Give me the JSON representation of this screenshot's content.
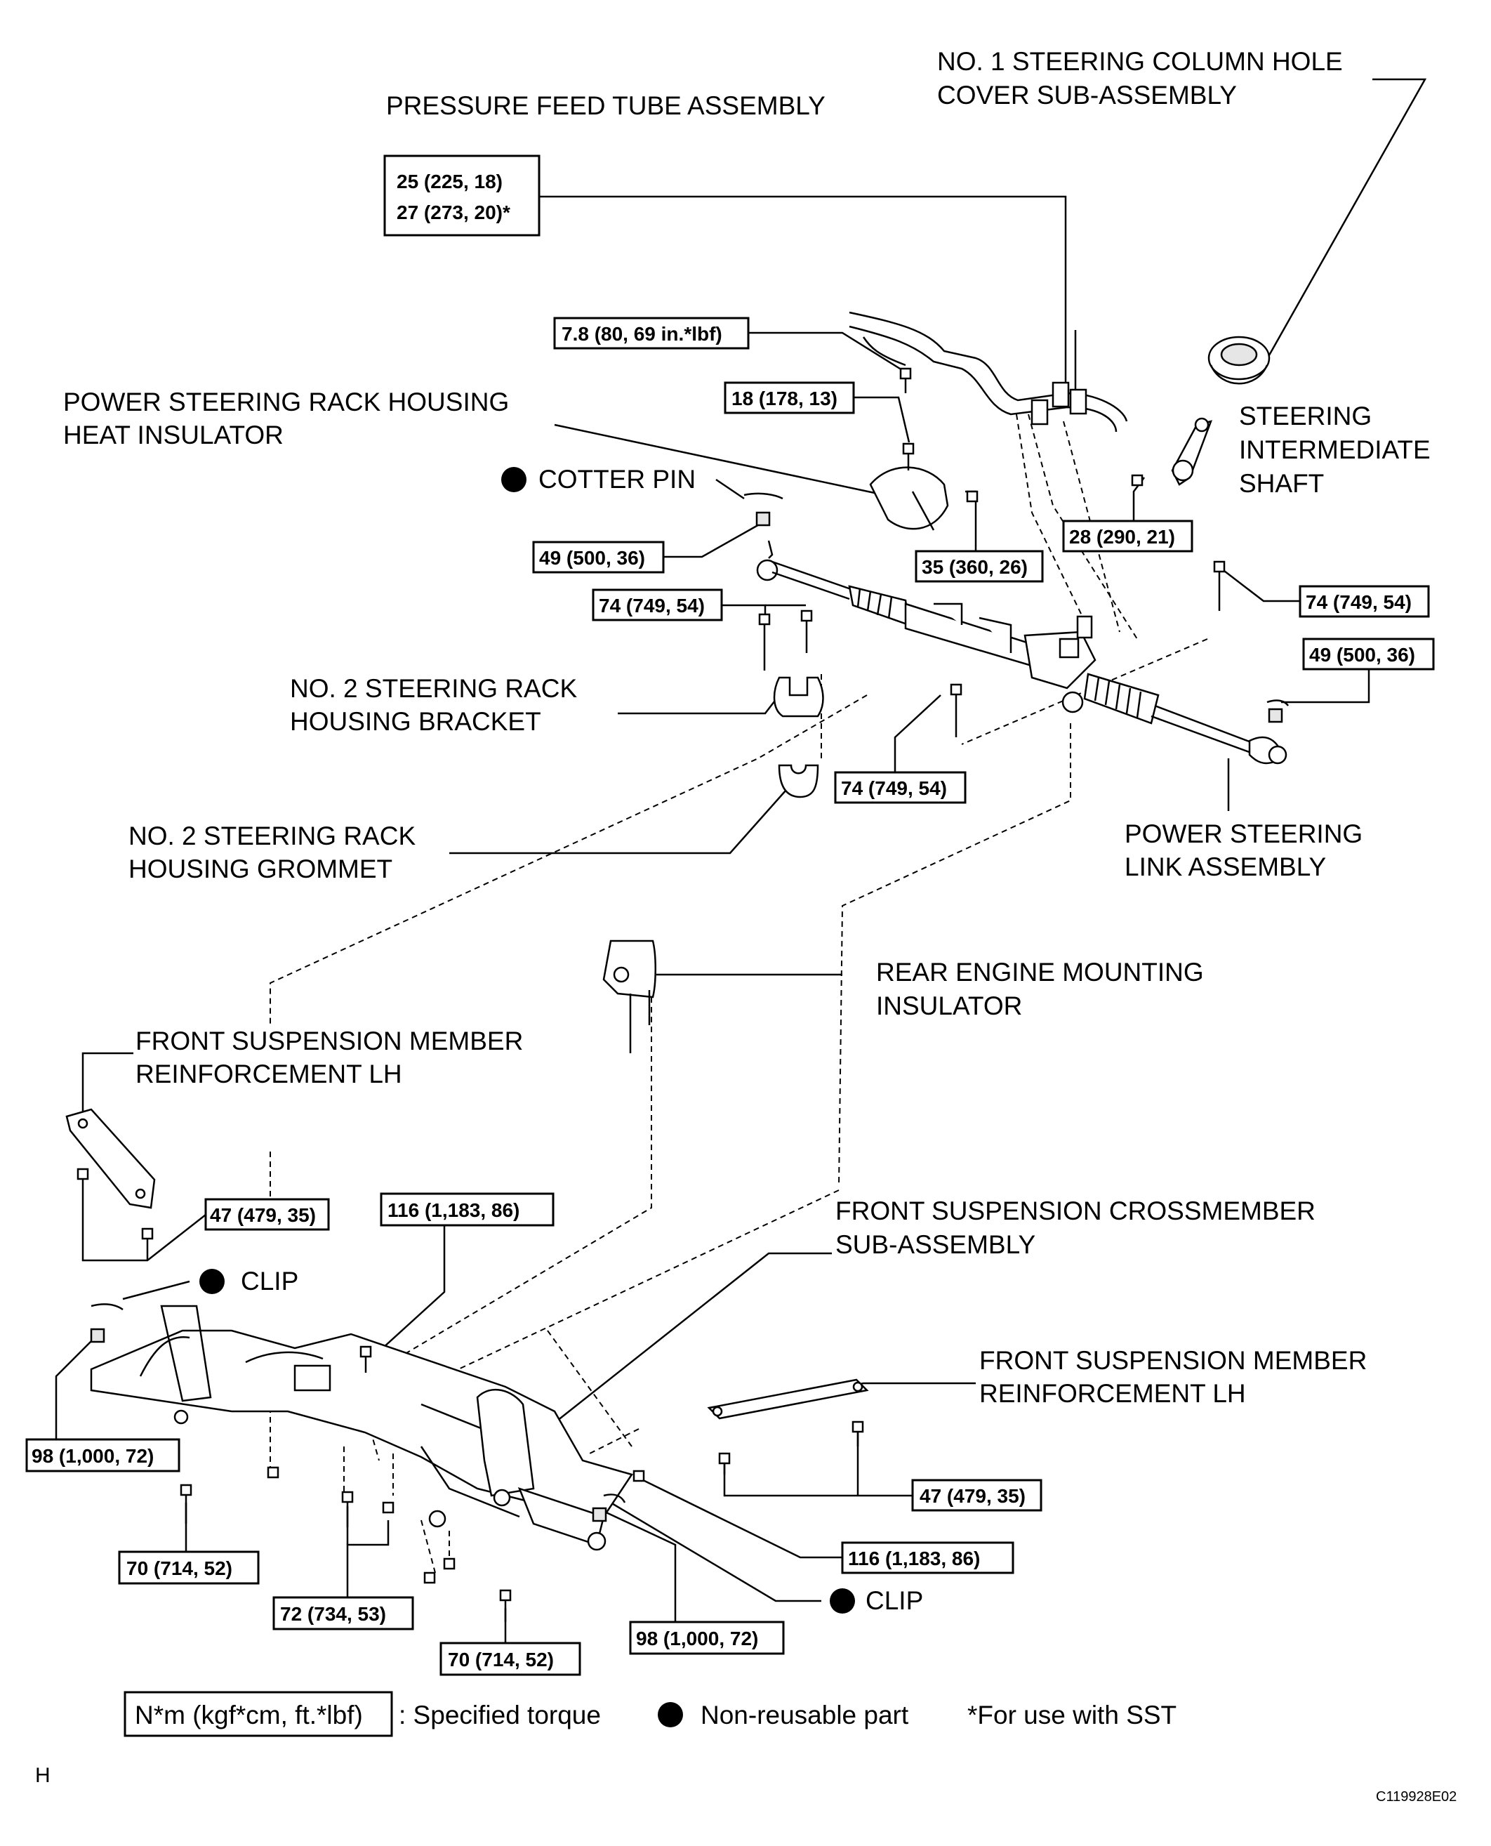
{
  "labels": {
    "pressure_feed_tube": "PRESSURE FEED TUBE ASSEMBLY",
    "column_hole_cover_1": "NO. 1 STEERING COLUMN HOLE",
    "column_hole_cover_2": "COVER SUB-ASSEMBLY",
    "heat_insulator_1": "POWER STEERING RACK HOUSING",
    "heat_insulator_2": "HEAT INSULATOR",
    "cotter_pin": "COTTER PIN",
    "intermediate_shaft_1": "STEERING",
    "intermediate_shaft_2": "INTERMEDIATE",
    "intermediate_shaft_3": "SHAFT",
    "rack_bracket_1": "NO. 2 STEERING RACK",
    "rack_bracket_2": "HOUSING BRACKET",
    "rack_grommet_1": "NO. 2 STEERING RACK",
    "rack_grommet_2": "HOUSING GROMMET",
    "link_assembly_1": "POWER STEERING",
    "link_assembly_2": "LINK ASSEMBLY",
    "engine_mount_1": "REAR ENGINE MOUNTING",
    "engine_mount_2": "INSULATOR",
    "reinf_lh_top_1": "FRONT SUSPENSION MEMBER",
    "reinf_lh_top_2": "REINFORCEMENT LH",
    "clip_left": "CLIP",
    "crossmember_1": "FRONT SUSPENSION CROSSMEMBER",
    "crossmember_2": "SUB-ASSEMBLY",
    "reinf_lh_right_1": "FRONT SUSPENSION MEMBER",
    "reinf_lh_right_2": "REINFORCEMENT LH",
    "clip_right": "CLIP"
  },
  "torques": {
    "feed_tube_a": "25 (225, 18)",
    "feed_tube_b": "27 (273, 20)*",
    "t_7_8": "7.8 (80, 69 in.*lbf)",
    "t_18": "18 (178, 13)",
    "t_49_left": "49 (500, 36)",
    "t_35": "35 (360, 26)",
    "t_28": "28 (290, 21)",
    "t_74_left": "74 (749, 54)",
    "t_74_right": "74 (749, 54)",
    "t_49_right": "49 (500, 36)",
    "t_74_mid": "74 (749, 54)",
    "t_47_left": "47 (479, 35)",
    "t_116_left": "116 (1,183, 86)",
    "t_98_left": "98 (1,000, 72)",
    "t_70_left": "70 (714, 52)",
    "t_72": "72 (734, 53)",
    "t_70_mid": "70 (714, 52)",
    "t_98_right": "98 (1,000, 72)",
    "t_47_right": "47 (479, 35)",
    "t_116_right": "116 (1,183, 86)"
  },
  "legend": {
    "unit_box": "N*m (kgf*cm, ft.*lbf)",
    "specified": ": Specified torque",
    "non_reusable": "Non-reusable part",
    "sst": "*For use with SST"
  },
  "corner": {
    "left": "H",
    "code": "C119928E02"
  }
}
